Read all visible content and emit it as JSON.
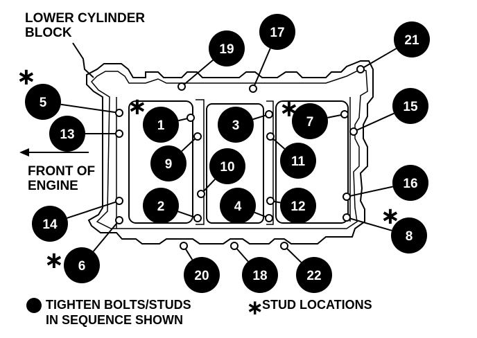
{
  "labels": {
    "lower_block": [
      "LOWER CYLINDER",
      "BLOCK"
    ],
    "front": [
      "FRONT OF",
      "ENGINE"
    ]
  },
  "legend": {
    "tighten": [
      "TIGHTEN BOLTS/STUDS",
      "IN SEQUENCE SHOWN"
    ],
    "stud": "STUD LOCATIONS"
  },
  "bolts": [
    {
      "n": "1",
      "stud": true
    },
    {
      "n": "2",
      "stud": false
    },
    {
      "n": "3",
      "stud": false
    },
    {
      "n": "4",
      "stud": false
    },
    {
      "n": "5",
      "stud": true
    },
    {
      "n": "6",
      "stud": true
    },
    {
      "n": "7",
      "stud": true
    },
    {
      "n": "8",
      "stud": true
    },
    {
      "n": "9",
      "stud": false
    },
    {
      "n": "10",
      "stud": false
    },
    {
      "n": "11",
      "stud": false
    },
    {
      "n": "12",
      "stud": false
    },
    {
      "n": "13",
      "stud": false
    },
    {
      "n": "14",
      "stud": false
    },
    {
      "n": "15",
      "stud": false
    },
    {
      "n": "16",
      "stud": false
    },
    {
      "n": "17",
      "stud": false
    },
    {
      "n": "18",
      "stud": false
    },
    {
      "n": "19",
      "stud": false
    },
    {
      "n": "20",
      "stud": false
    },
    {
      "n": "21",
      "stud": false
    },
    {
      "n": "22",
      "stud": false
    }
  ]
}
